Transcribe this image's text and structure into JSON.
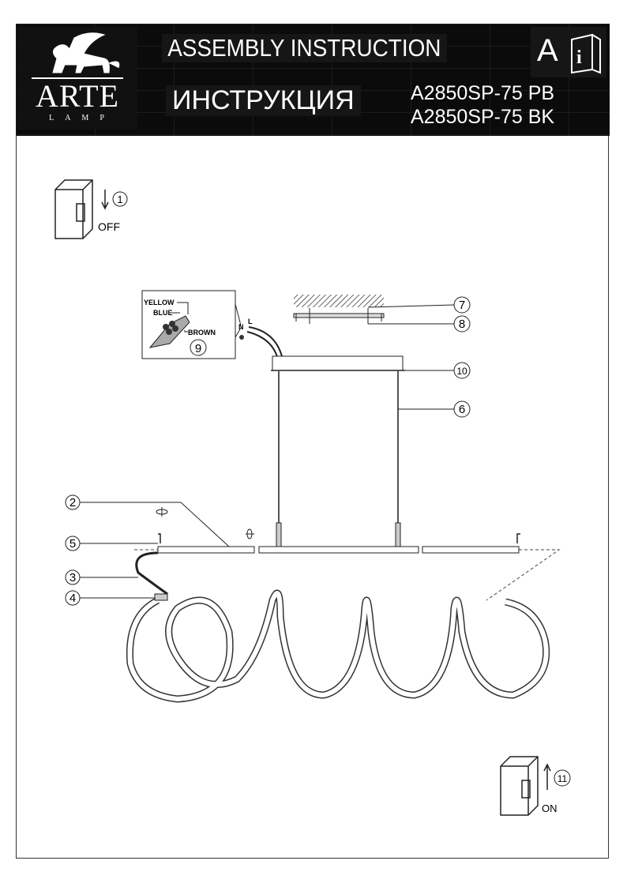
{
  "header": {
    "brand": "ARTE",
    "brand_sub": "LAMP",
    "title_en": "ASSEMBLY INSTRUCTION",
    "title_ru": "ИНСТРУКЦИЯ",
    "models": [
      "A2850SP-75 PB",
      "A2850SP-75 BK"
    ],
    "badge_letter": "A"
  },
  "steps": {
    "switch_off": {
      "number": "1",
      "label": "OFF"
    },
    "switch_on": {
      "number": "11",
      "label": "ON"
    }
  },
  "wiring": {
    "yellow": "YELLOW",
    "blue": "BLUE",
    "brown": "BROWN",
    "n": "N",
    "l": "L"
  },
  "callouts": [
    "2",
    "3",
    "4",
    "5",
    "6",
    "7",
    "8",
    "9",
    "10"
  ]
}
